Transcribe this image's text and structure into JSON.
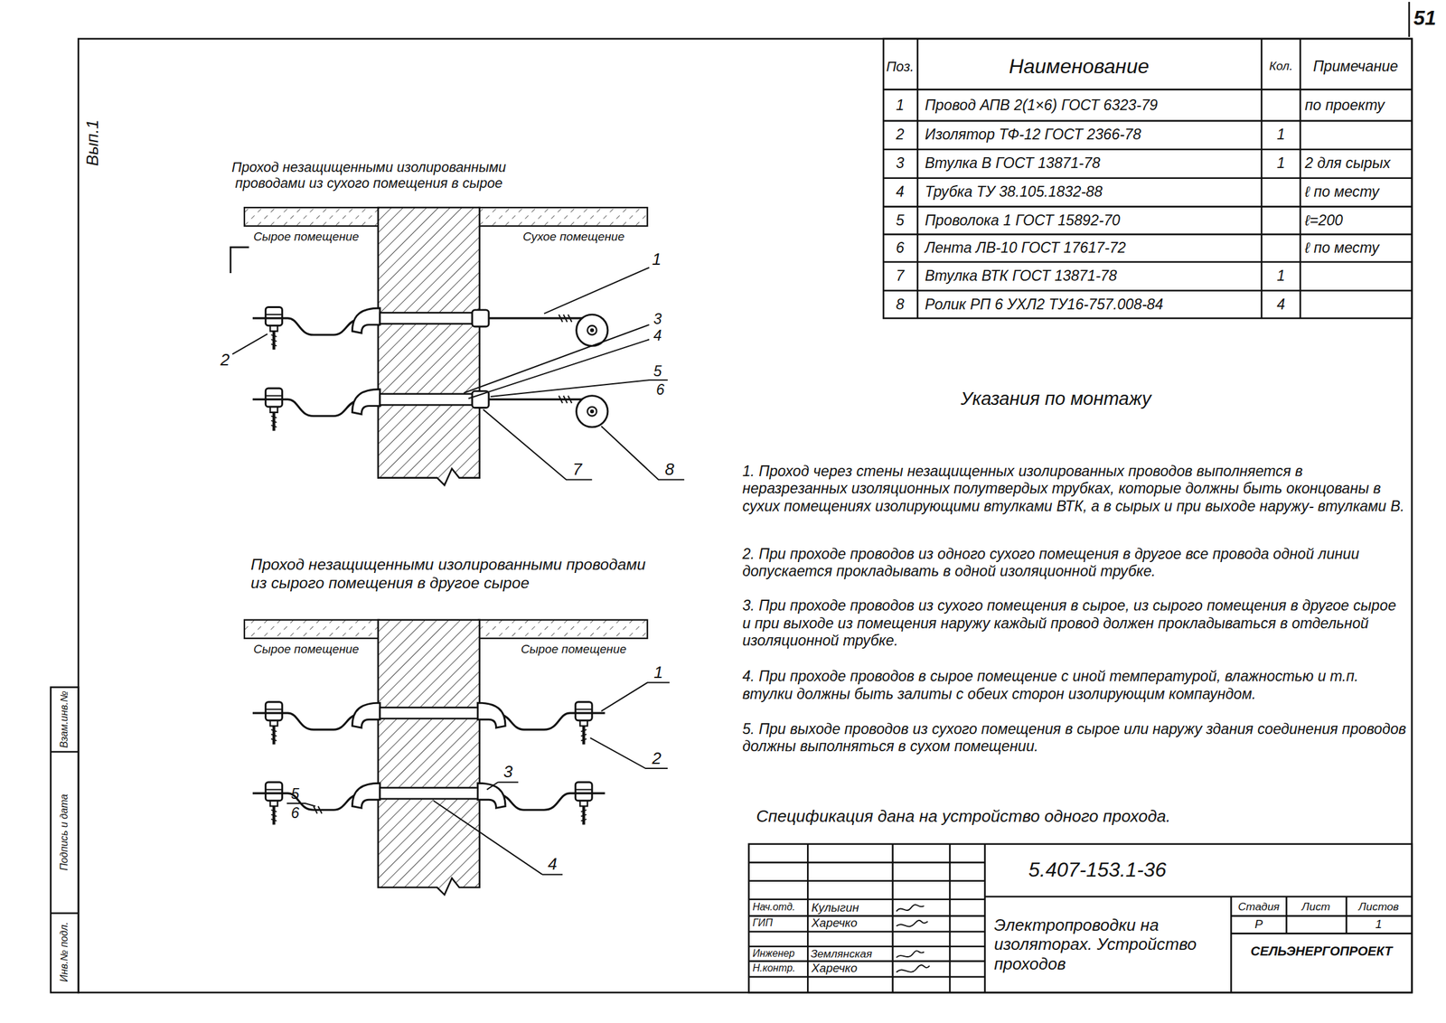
{
  "diagram": {
    "labels": [
      "51",
      "Вып.1",
      "Поз.",
      "Наименование",
      "Кол.",
      "Примечание",
      "1",
      "Провод АПВ 2(1×6) ГОСТ 6323-79",
      "по проекту",
      "2",
      "Изолятор ТФ-12 ГОСТ 2366-78",
      "1",
      "3",
      "Втулка В ГОСТ 13871-78",
      "1",
      "2 для сырых",
      "4",
      "Трубка ТУ 38.105.1832-88",
      "ℓ по месту",
      "5",
      "Проволока 1 ГОСТ 15892-70",
      "ℓ=200",
      "6",
      "Лента ЛВ-10 ГОСТ 17617-72",
      "ℓ по месту",
      "7",
      "Втулка ВТК ГОСТ 13871-78",
      "1",
      "8",
      "Ролик РП 6 УХЛ2 ТУ16-757.008-84",
      "4",
      "Проход незащищенными изолированными проводами из сухого помещения в сырое",
      "Сырое помещение",
      "Сухое помещение",
      "1",
      "2",
      "3",
      "4",
      "5",
      "6",
      "7",
      "8",
      "Проход незащищенными изолированными проводами из сырого помещения в другое сырое",
      "Сырое помещение",
      "Сырое помещение",
      "1",
      "2",
      "5",
      "6",
      "3",
      "4",
      "Указания по монтажу",
      "1. Проход через стены незащищенных изолированных проводов выполняется в неразрезанных изоляционных полутвердых трубках, которые должны быть оконцованы в сухих помещениях изолирующими втулками ВТК, а в сырых и при выходе наружу- втулками В.",
      "2. При проходе проводов из одного сухого помещения в другое все провода одной линии допускается прокладывать в одной изоляционной трубке.",
      "3. При проходе проводов из сухого помещения в сырое, из сырого помещения в другое сырое и при выходе из помещения наружу каждый провод должен прокладываться в отдельной изоляционной трубке.",
      "4. При проходе проводов в сырое помещение с иной температурой, влажностью и т.п. втулки должны быть залиты с обеих сторон изолирующим компаундом.",
      "5. При выходе проводов из сухого помещения в сырое или наружу здания соединения проводов должны выполняться в сухом помещении.",
      "Спецификация дана на устройство одного прохода.",
      "5.407-153.1-36",
      "Нач.отд.",
      "Кулыгин",
      "ГИП",
      "Харечко",
      "Инженер",
      "Землянская",
      "Н.контр.",
      "Харечко",
      "Электропроводки на изоляторах. Устройство проходов",
      "Стадия",
      "Лист",
      "Листов",
      "Р",
      "1",
      "СЕЛЬЭНЕРГОПРОЕКТ",
      "Инв.№ подл.",
      "Подпись и дата",
      "Взам.инв.№"
    ]
  }
}
